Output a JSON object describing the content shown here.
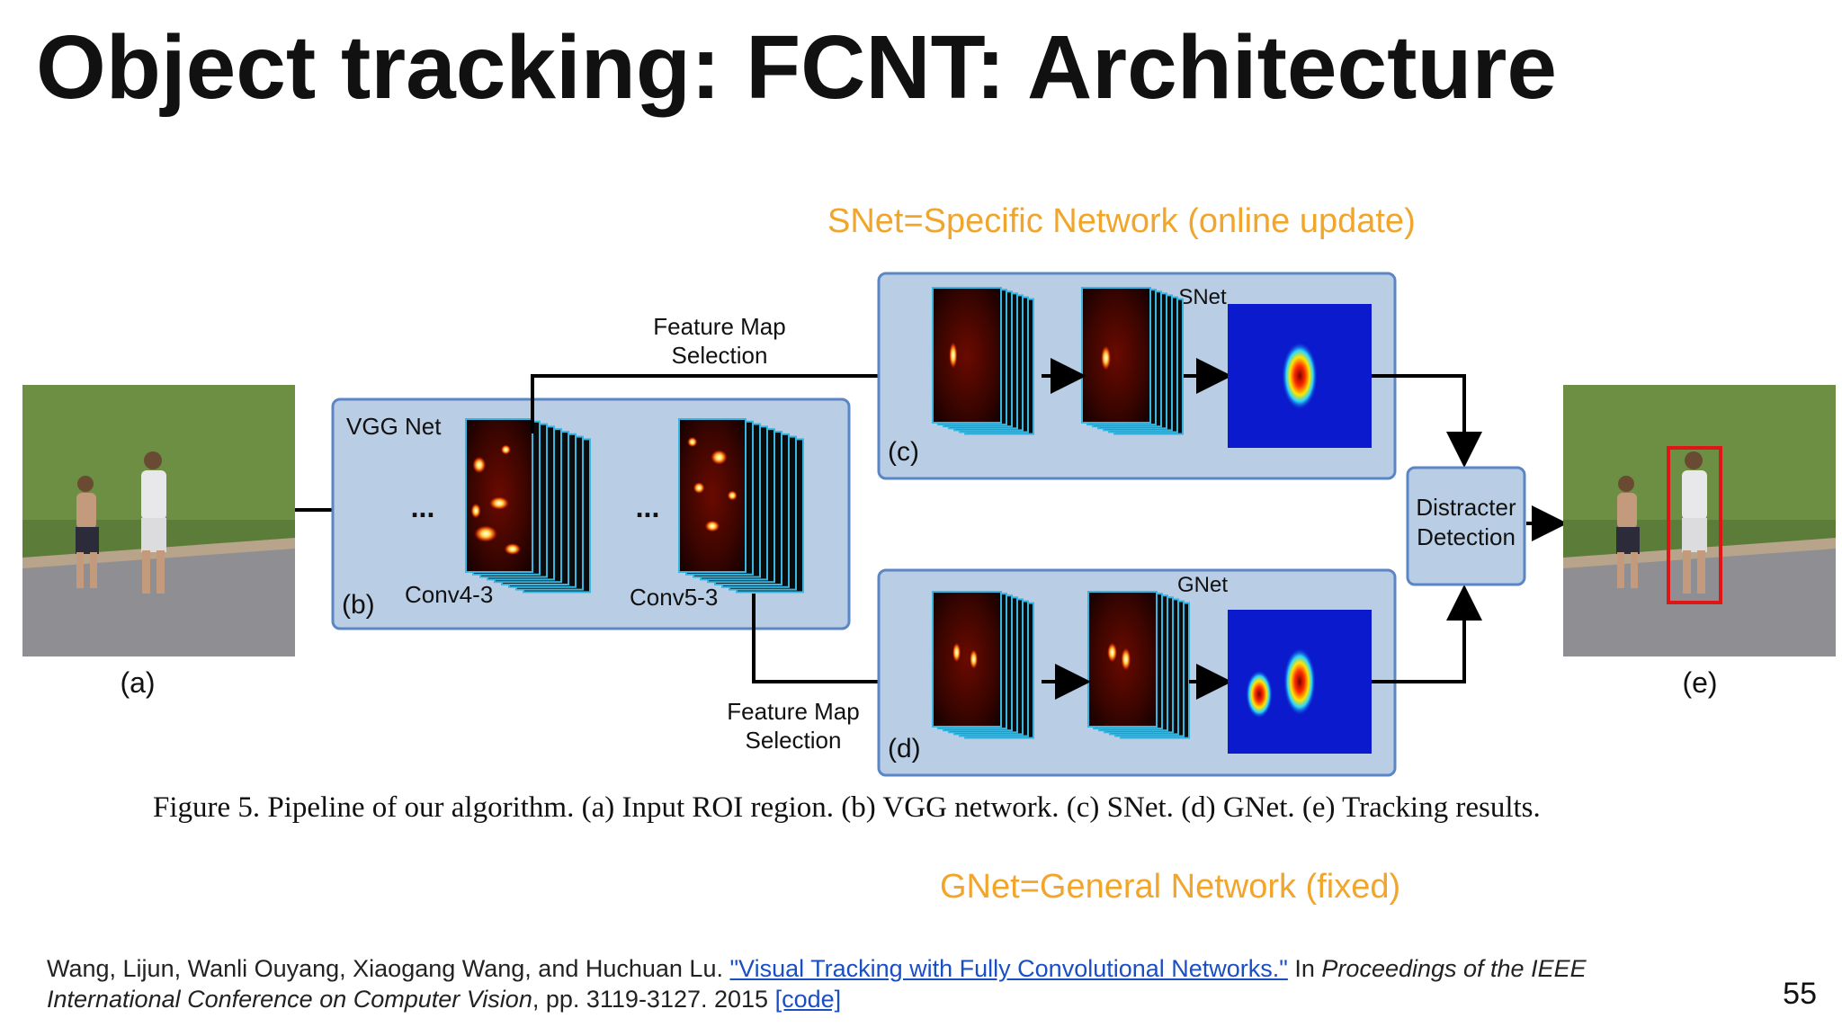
{
  "slide": {
    "title": "Object tracking: FCNT: Architecture",
    "page_number": "55",
    "snet_note": "SNet=Specific Network (online update)",
    "gnet_note": "GNet=General Network (fixed)"
  },
  "diagram": {
    "input_label": "(a)",
    "output_label": "(e)",
    "vgg_title": "VGG Net",
    "vgg_panel_label": "(b)",
    "ellipsis": "...",
    "conv4_label": "Conv4-3",
    "conv5_label": "Conv5-3",
    "fms_top_line1": "Feature Map",
    "fms_top_line2": "Selection",
    "fms_bottom_line1": "Feature Map",
    "fms_bottom_line2": "Selection",
    "snet_title": "SNet",
    "snet_panel_label": "(c)",
    "gnet_title": "GNet",
    "gnet_panel_label": "(d)",
    "distracter_line1": "Distracter",
    "distracter_line2": "Detection"
  },
  "caption": "Figure 5. Pipeline of our algorithm. (a) Input ROI region. (b) VGG network. (c) SNet. (d) GNet. (e) Tracking results.",
  "reference": {
    "authors": "Wang, Lijun, Wanli Ouyang, Xiaogang Wang, and Huchuan Lu. ",
    "paper_link": "\"Visual Tracking with Fully Convolutional Networks.\"",
    "in_text": " In ",
    "venue_line1": "Proceedings of the IEEE",
    "venue_line2": "International Conference on Computer Vision",
    "pages_year": ", pp. 3119-3127. 2015 ",
    "code_link": "[code]"
  },
  "colors": {
    "accent_orange": "#F2A52B",
    "panel_fill": "#B9CDE5",
    "panel_border": "#5B86C5",
    "link_blue": "#1a4fc4"
  }
}
